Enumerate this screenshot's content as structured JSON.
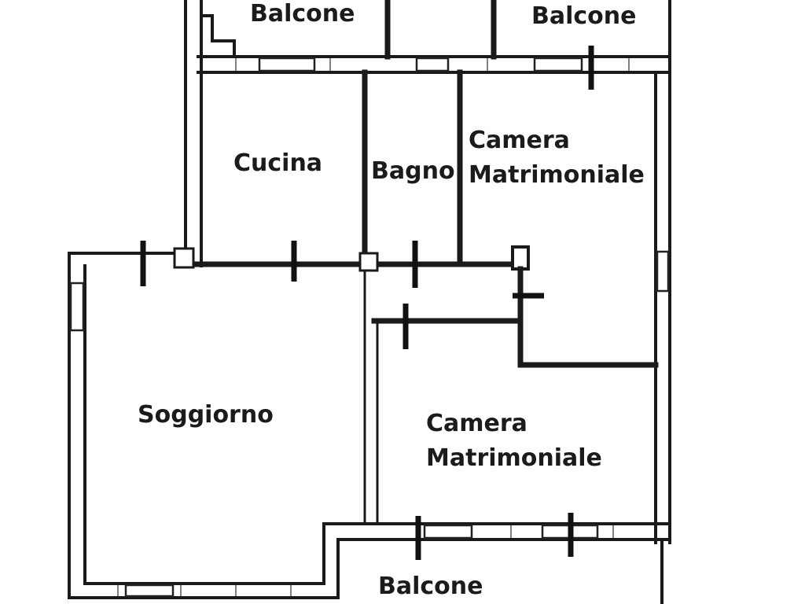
{
  "floorplan": {
    "rooms": {
      "balcone_top_left": "Balcone",
      "balcone_top_right": "Balcone",
      "cucina": "Cucina",
      "bagno": "Bagno",
      "camera_1_line1": "Camera",
      "camera_1_line2": "Matrimoniale",
      "soggiorno": "Soggiorno",
      "camera_2_line1": "Camera",
      "camera_2_line2": "Matrimoniale",
      "balcone_bottom": "Balcone"
    },
    "colors": {
      "wall": "#1a1a1a",
      "background": "#ffffff",
      "text": "#1b1b1b"
    }
  }
}
